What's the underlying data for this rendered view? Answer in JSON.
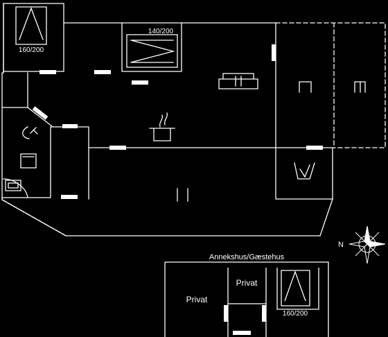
{
  "main_house": {
    "bedroom_1": {
      "bed_label": "160/200"
    },
    "bedroom_2": {
      "bed_label": "140/200"
    }
  },
  "compass": {
    "north_label": "N"
  },
  "annex": {
    "title": "Annekshus/Gæstehus",
    "room_left_label": "Privat",
    "room_mid_label": "Privat",
    "bed_label": "160/200"
  },
  "colors": {
    "background": "#000000",
    "lines": "#ffffff"
  }
}
